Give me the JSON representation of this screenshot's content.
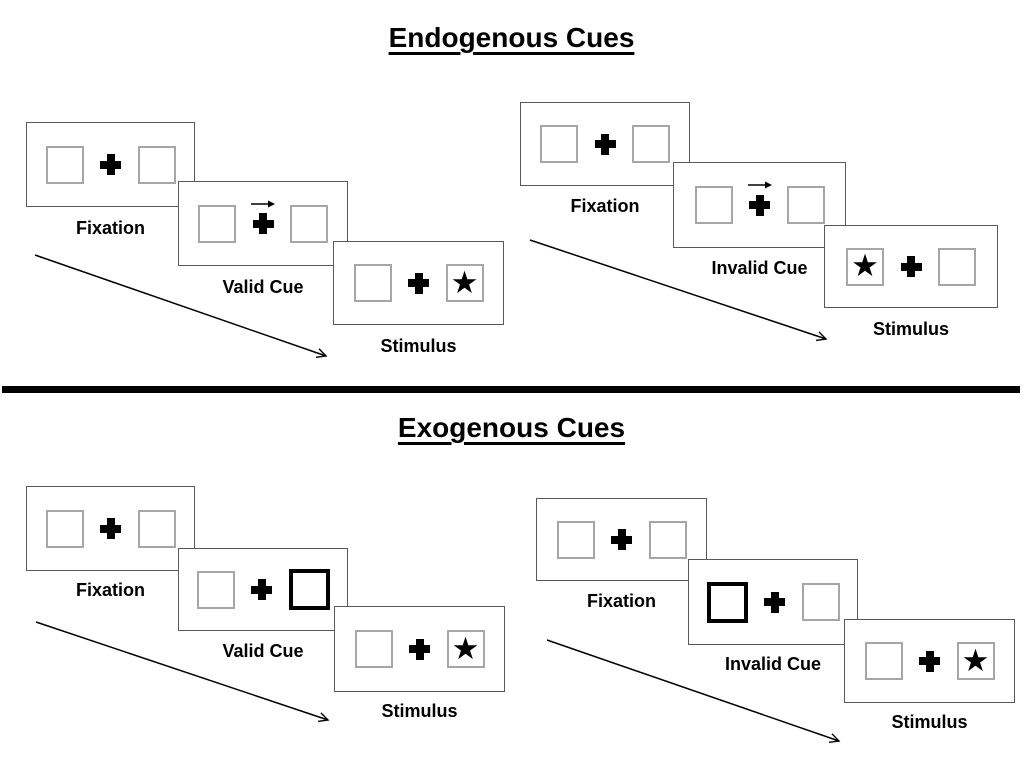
{
  "sections": [
    {
      "title": "Endogenous Cues",
      "sequences": [
        {
          "name": "valid-trial",
          "cue_type": "central-arrow-right",
          "stimulus_side": "right",
          "panels": [
            {
              "label": "Fixation",
              "left_box": "empty",
              "center": "plus",
              "right_box": "empty"
            },
            {
              "label": "Valid Cue",
              "left_box": "empty",
              "center": "plus-with-right-arrow",
              "right_box": "empty"
            },
            {
              "label": "Stimulus",
              "left_box": "empty",
              "center": "plus",
              "right_box": "star"
            }
          ]
        },
        {
          "name": "invalid-trial",
          "cue_type": "central-arrow-right",
          "stimulus_side": "left",
          "panels": [
            {
              "label": "Fixation",
              "left_box": "empty",
              "center": "plus",
              "right_box": "empty"
            },
            {
              "label": "Invalid Cue",
              "left_box": "empty",
              "center": "plus-with-right-arrow",
              "right_box": "empty"
            },
            {
              "label": "Stimulus",
              "left_box": "star",
              "center": "plus",
              "right_box": "empty"
            }
          ]
        }
      ]
    },
    {
      "title": "Exogenous Cues",
      "sequences": [
        {
          "name": "valid-trial",
          "cue_type": "peripheral-highlight-right",
          "stimulus_side": "right",
          "panels": [
            {
              "label": "Fixation",
              "left_box": "empty",
              "center": "plus",
              "right_box": "empty"
            },
            {
              "label": "Valid Cue",
              "left_box": "empty",
              "center": "plus",
              "right_box": "highlighted"
            },
            {
              "label": "Stimulus",
              "left_box": "empty",
              "center": "plus",
              "right_box": "star"
            }
          ]
        },
        {
          "name": "invalid-trial",
          "cue_type": "peripheral-highlight-left",
          "stimulus_side": "right",
          "panels": [
            {
              "label": "Fixation",
              "left_box": "empty",
              "center": "plus",
              "right_box": "empty"
            },
            {
              "label": "Invalid Cue",
              "left_box": "highlighted",
              "center": "plus",
              "right_box": "empty"
            },
            {
              "label": "Stimulus",
              "left_box": "empty",
              "center": "plus",
              "right_box": "star"
            }
          ]
        }
      ]
    }
  ],
  "symbols": {
    "star": "★"
  },
  "colors": {
    "ink": "#000000",
    "panel_border": "#595959",
    "box_border": "#a6a6a6",
    "background": "#ffffff"
  }
}
